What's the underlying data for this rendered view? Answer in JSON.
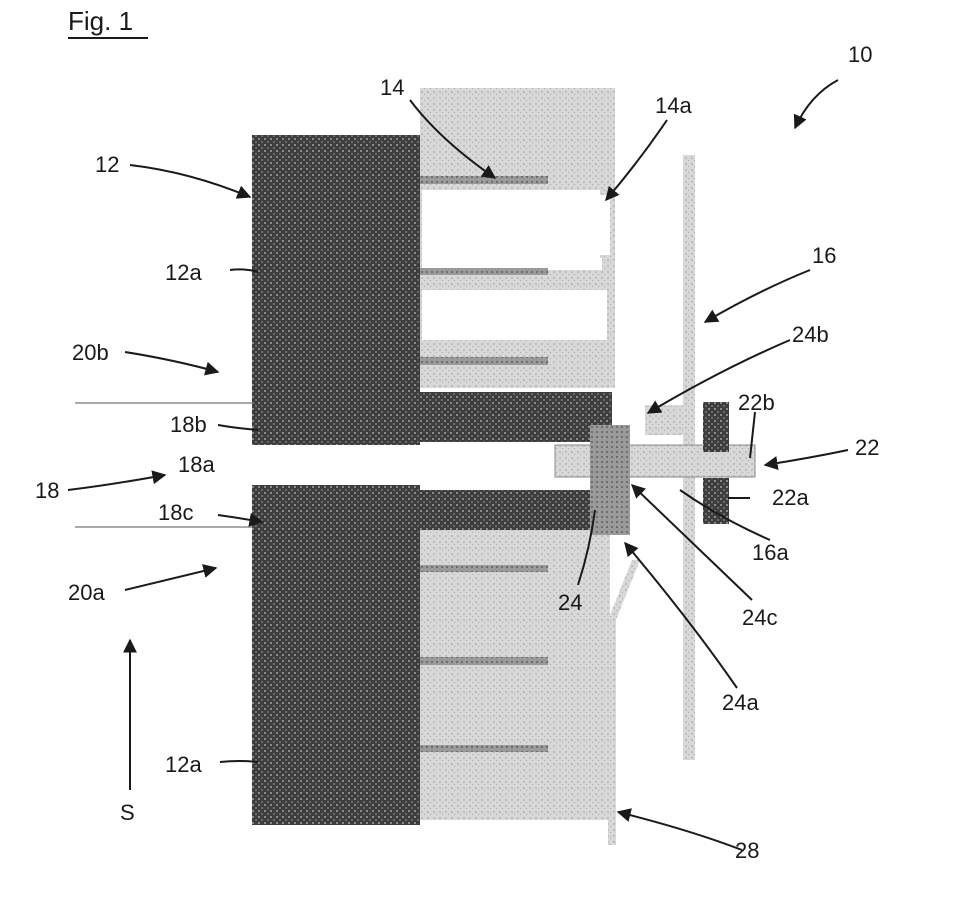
{
  "figure": {
    "title": "Fig. 1"
  },
  "labels": {
    "l10": "10",
    "l12": "12",
    "l12a_top": "12a",
    "l12a_bottom": "12a",
    "l14": "14",
    "l14a": "14a",
    "l16": "16",
    "l16a": "16a",
    "l18": "18",
    "l18a": "18a",
    "l18b": "18b",
    "l18c": "18c",
    "l20a": "20a",
    "l20b": "20b",
    "l22": "22",
    "l22a": "22a",
    "l22b": "22b",
    "l24": "24",
    "l24a": "24a",
    "l24b": "24b",
    "l24c": "24c",
    "l28": "28",
    "lS": "S"
  },
  "colors": {
    "dark_stack": "#4a4a4a",
    "fins": "#7a7a7a",
    "light_body": "#cfcfcf",
    "ink": "#1a1a1a"
  }
}
